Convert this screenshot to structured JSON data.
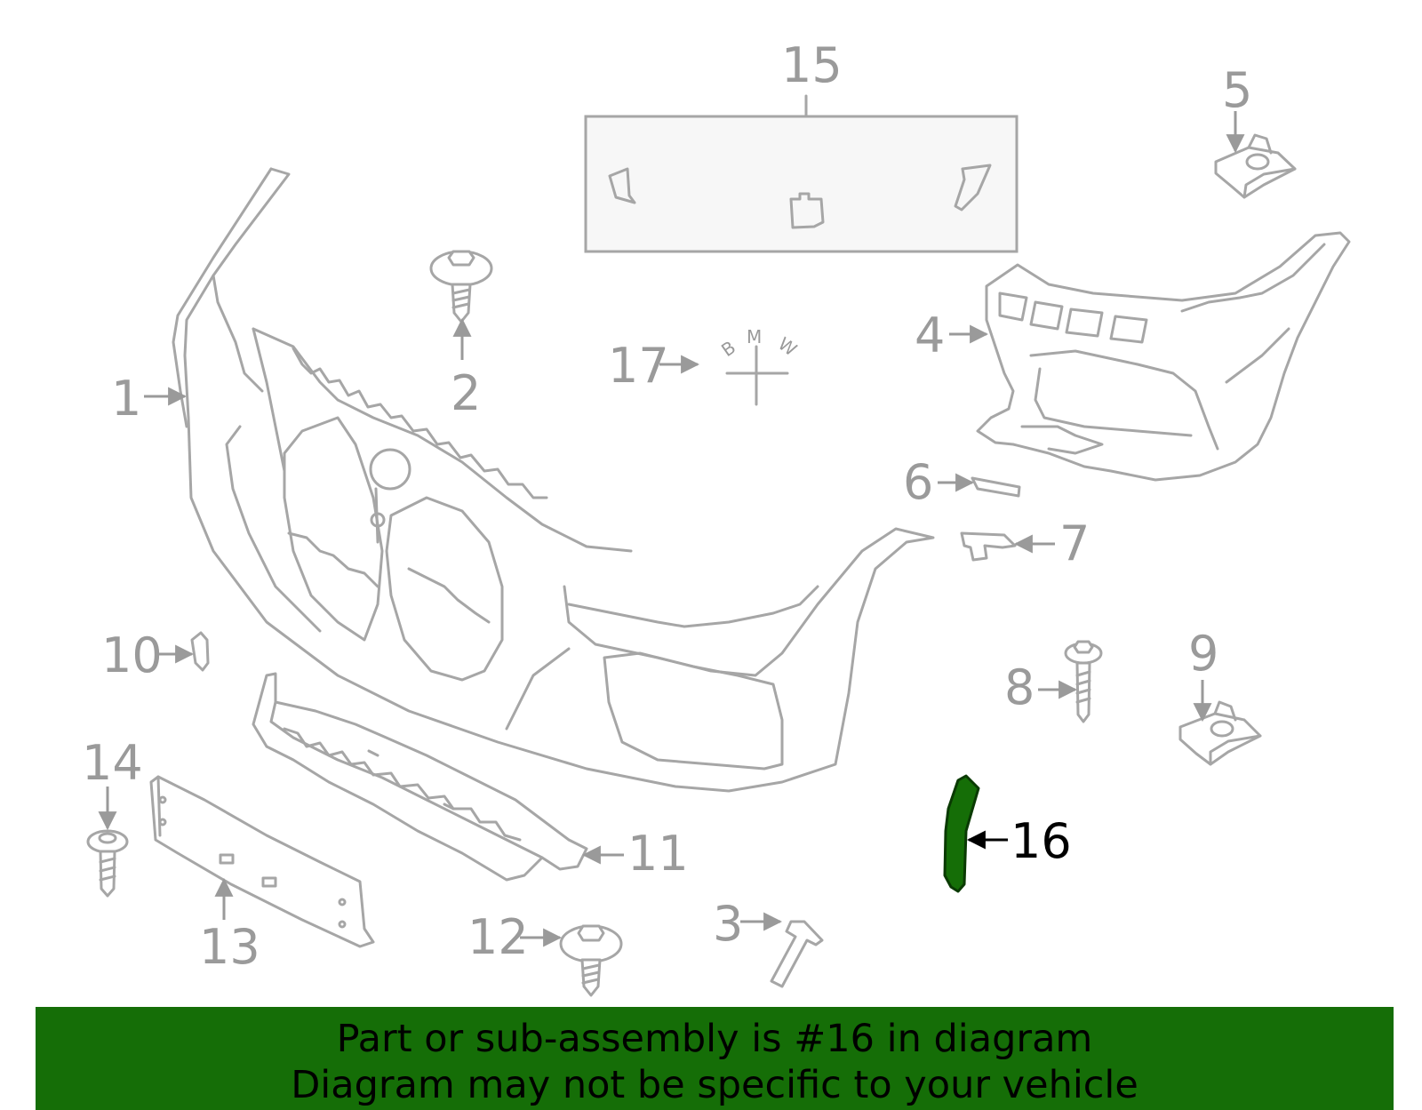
{
  "diagram": {
    "callouts": [
      "1",
      "2",
      "3",
      "4",
      "5",
      "6",
      "7",
      "8",
      "9",
      "10",
      "11",
      "12",
      "13",
      "14",
      "15",
      "16",
      "17"
    ],
    "highlighted_part": "16",
    "emblem_letters": [
      "B",
      "M",
      "W"
    ],
    "highlight_color": "#156e07"
  },
  "banner": {
    "line1": "Part or sub-assembly is #16 in diagram",
    "line2": "Diagram may not be specific to your vehicle"
  }
}
